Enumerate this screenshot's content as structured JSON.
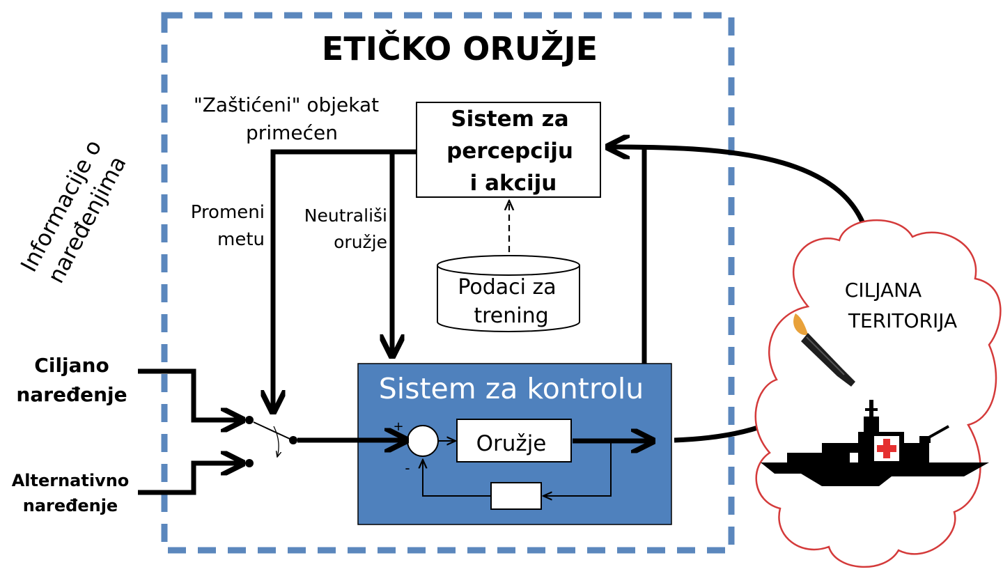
{
  "title": "ETIČKO ORUŽJE",
  "perception_box": {
    "line1": "Sistem za",
    "line2": "percepciju",
    "line3": "i akciju"
  },
  "training_data": {
    "line1": "Podaci za",
    "line2": "trening"
  },
  "control_box": {
    "title": "Sistem za kontrolu",
    "weapon_label": "Oružje",
    "plus_sign": "+",
    "minus_sign": "-"
  },
  "labels": {
    "protected_line1": "\"Zaštićeni\" objekat",
    "protected_line2": "primećen",
    "change_target_line1": "Promeni",
    "change_target_line2": "metu",
    "neutralize_line1": "Neutrališi",
    "neutralize_line2": "oružje",
    "info_line1": "Informacije o",
    "info_line2": "naređenjima",
    "targeted_order_line1": "Ciljano",
    "targeted_order_line2": "naređenje",
    "alt_order_line1": "Alternativno",
    "alt_order_line2": "naređenje",
    "territory_line1": "CILJANA",
    "territory_line2": "TERITORIJA"
  },
  "colors": {
    "dashed_border": "#5b87bd",
    "control_fill": "#4f81bd",
    "cloud_stroke": "#d43a3a",
    "cross_red": "#e53030",
    "missile_body": "#1e1e1e",
    "flame": "#e8a13a"
  }
}
